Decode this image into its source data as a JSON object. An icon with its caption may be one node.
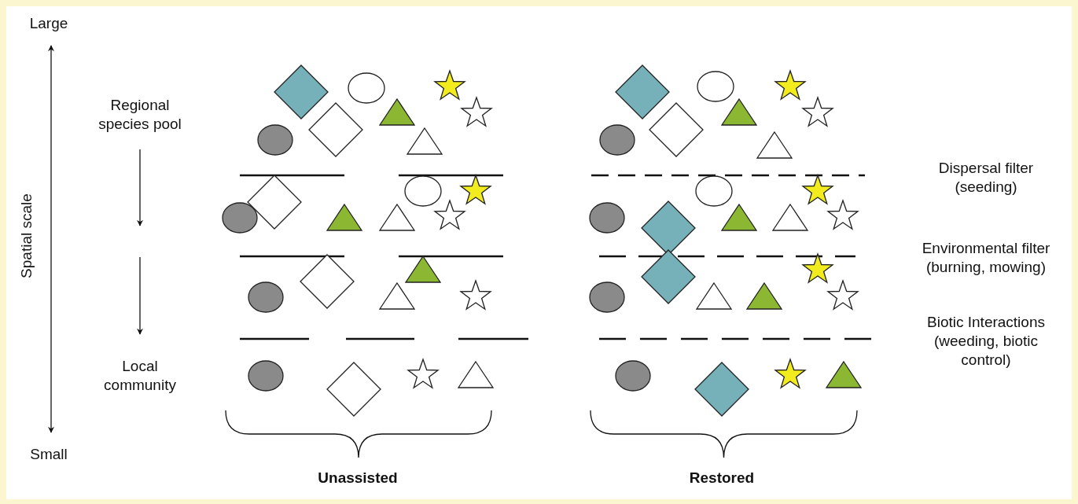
{
  "diagram": {
    "labels": [
      "Large",
      "Regional species pool",
      "Spatial scale",
      "Dispersal filter (seeding)",
      "Environmental filter (burning, mowing)",
      "Biotic Interactions (weeding, biotic control)",
      "Local community",
      "Small",
      "Unassisted",
      "Restored"
    ]
  }
}
